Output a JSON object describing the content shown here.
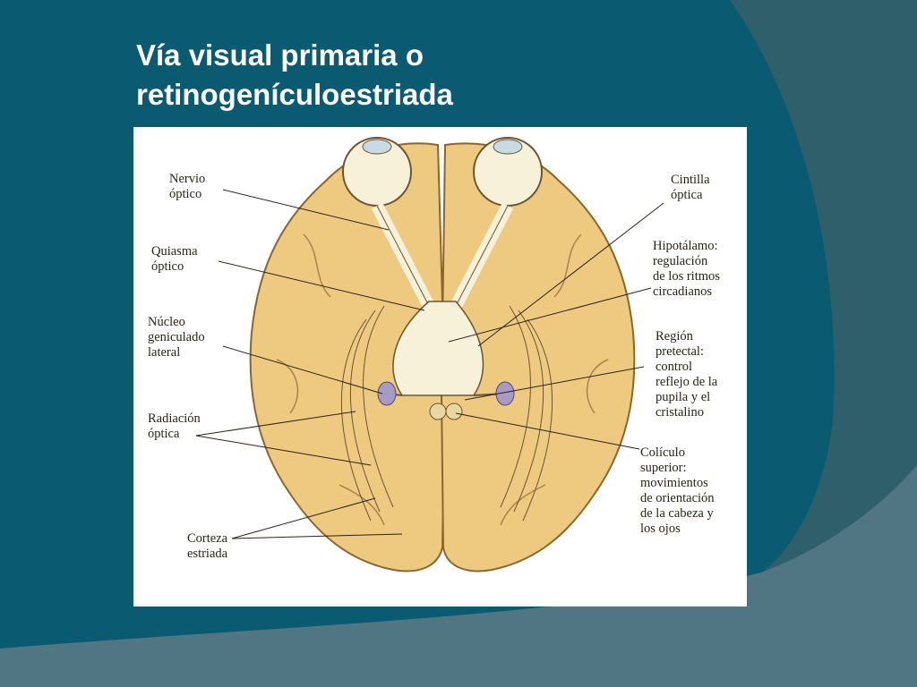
{
  "slide": {
    "title_line1": "Vía visual primaria o",
    "title_line2": "retinogenículoestriada",
    "colors": {
      "background": "#0a5a72",
      "wave_dark": "#2e5f6b",
      "wave_light": "#507683",
      "panel": "#ffffff",
      "brain_fill": "#eec980",
      "brain_stroke": "#8a6630",
      "pathway_fill": "#f7f1da",
      "lgn_fill": "#a89bc3",
      "label_text": "#2a2418"
    }
  },
  "diagram": {
    "labels": {
      "nervio_optico": [
        "Nervio",
        "óptico"
      ],
      "quiasma_optico": [
        "Quiasma",
        "óptico"
      ],
      "nucleo_geniculado": [
        "Núcleo",
        "geniculado",
        "lateral"
      ],
      "radiacion_optica": [
        "Radiación",
        "óptica"
      ],
      "corteza_estriada": [
        "Corteza",
        "estriada"
      ],
      "cintilla_optica": [
        "Cintilla",
        "óptica"
      ],
      "hipotalamo": [
        "Hipotálamo:",
        "regulación",
        "de los ritmos",
        "circadianos"
      ],
      "region_pretectal": [
        "Región",
        "pretectal:",
        "control",
        "reflejo de la",
        "pupila y el",
        "cristalino"
      ],
      "coliculo_superior": [
        "Colículo",
        "superior:",
        "movimientos",
        "de orientación",
        "de la cabeza y",
        "los ojos"
      ]
    },
    "icons": [
      "brain-icon",
      "eye-icon"
    ]
  }
}
